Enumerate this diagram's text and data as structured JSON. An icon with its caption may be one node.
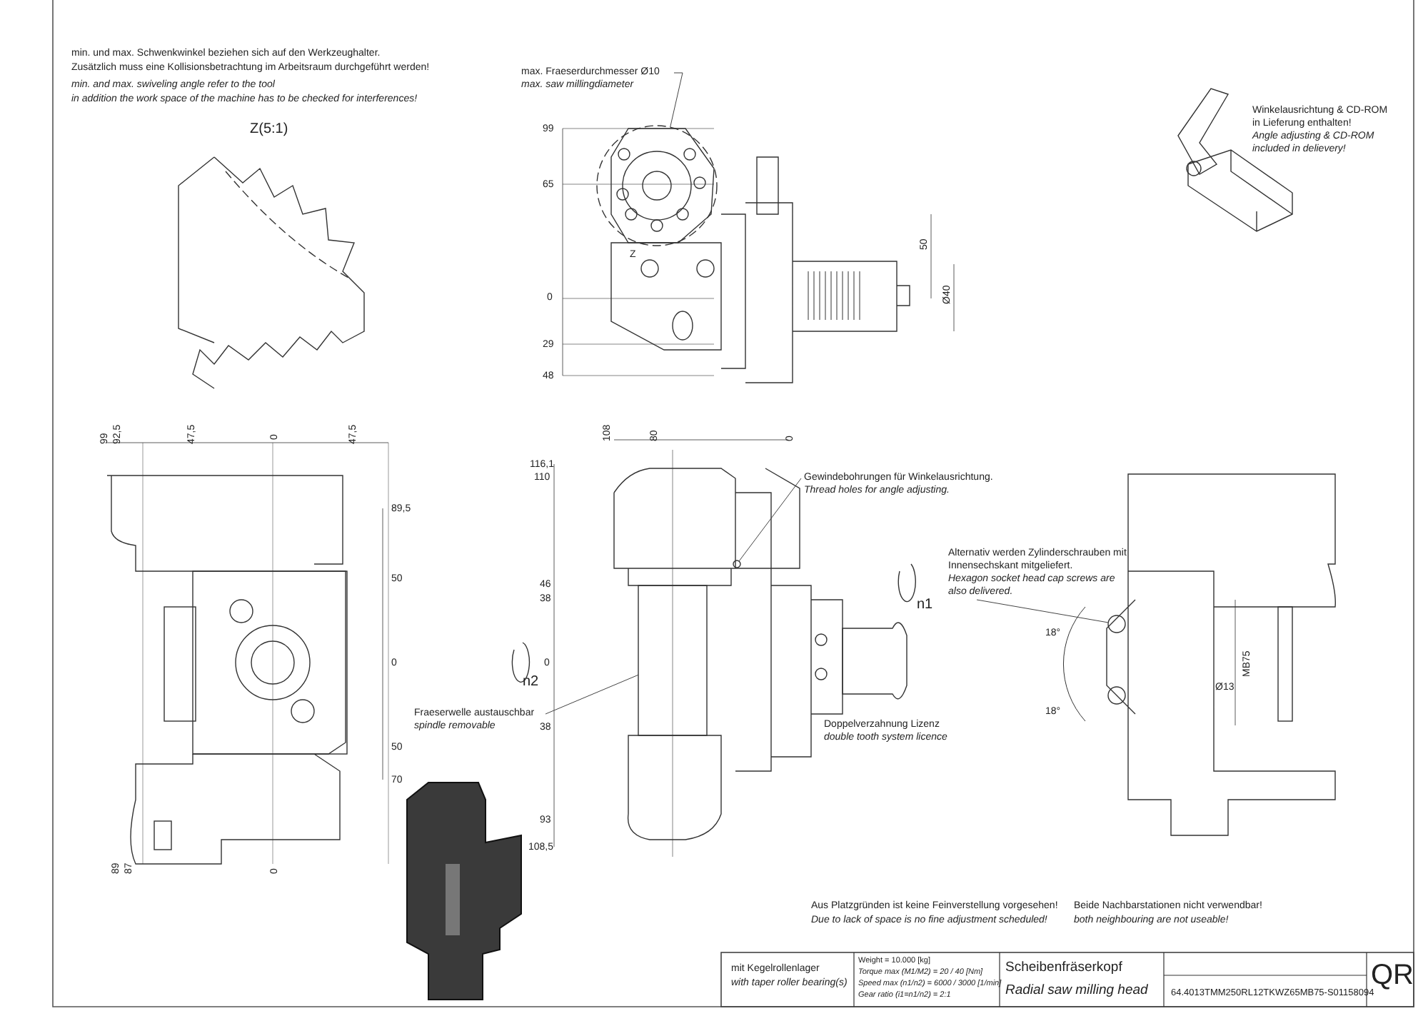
{
  "diagram": {
    "title": "Scheibenfräserkopf",
    "nodes": [
      {
        "text": [
          "max. Fraeserdurchmesser Ø10",
          "max. saw millingdiameter"
        ]
      },
      {
        "text": [
          "Gewindebohrungen für Winkelausrichtung.",
          "Thread holes for angle adjusting."
        ]
      },
      {
        "text": [
          "Alternativ werden Zylinderschrauben mit Innensechskant mitgeliefert.",
          "Hexagon socket head cap screws are also delivered."
        ]
      },
      {
        "text": [
          "Fraeserwelle austauschbar",
          "spindle removable"
        ]
      },
      {
        "text": [],
        "shape": "circle"
      },
      {
        "text": [],
        "shape": "circle"
      },
      {
        "text": [],
        "shape": "circle"
      },
      {
        "text": [],
        "shape": "bar"
      }
    ],
    "edges": [
      {
        "from": 0,
        "to": 4,
        "arrow": "none"
      },
      {
        "from": 1,
        "to": 5,
        "arrow": "none"
      },
      {
        "from": 2,
        "to": 6,
        "arrow": "none"
      },
      {
        "from": 3,
        "to": 7,
        "arrow": "none"
      }
    ],
    "labels": [
      "min. und max. Schwenkwinkel beziehen sich auf den Werkzeughalter.",
      "Zusätzlich muss eine Kollisionsbetrachtung im Arbeitsraum durchgeführt werden!",
      "min. and max. swiveling angle refer to the tool",
      "in addition the work space of the machine has to be checked for interferences!",
      "Z(5:1)",
      "Winkelausrichtung & CD-ROM",
      "in Lieferung enthalten!",
      "Angle adjusting & CD-ROM",
      "included in delievery!",
      "99",
      "65",
      "Z",
      "0",
      "29",
      "48",
      "50",
      "Ø40",
      "99",
      "92,5",
      "47,5",
      "0",
      "47,5",
      "89,5",
      "50",
      "0",
      "50",
      "70",
      "89",
      "87",
      "0",
      "108",
      "80",
      "0",
      "116,1",
      "110",
      "46",
      "38",
      "0",
      "38",
      "93",
      "108,5",
      "n1",
      "n2",
      "Doppelverzahnung Lizenz",
      "double tooth system licence",
      "18°",
      "18°",
      "MB75",
      "Ø13",
      "Aus Platzgründen ist keine Feinverstellung vorgesehen!",
      "Due to lack of space is no fine adjustment scheduled!",
      "Beide Nachbarstationen nicht verwendbar!",
      "both neighbouring are not useable!",
      "mit Kegelrollenlager",
      "with taper roller bearing(s)",
      "Weight = 10.000 [kg]",
      "Torque max (M1/M2) = 20 / 40 [Nm]",
      "Speed max (n1/n2) = 6000 / 3000 [1/min]",
      "Gear ratio (i1=n1/n2) = 2:1",
      "Radial saw milling head",
      "64.4013TMM250RL12TKWZ65MB75-S01158094",
      "QR"
    ]
  }
}
